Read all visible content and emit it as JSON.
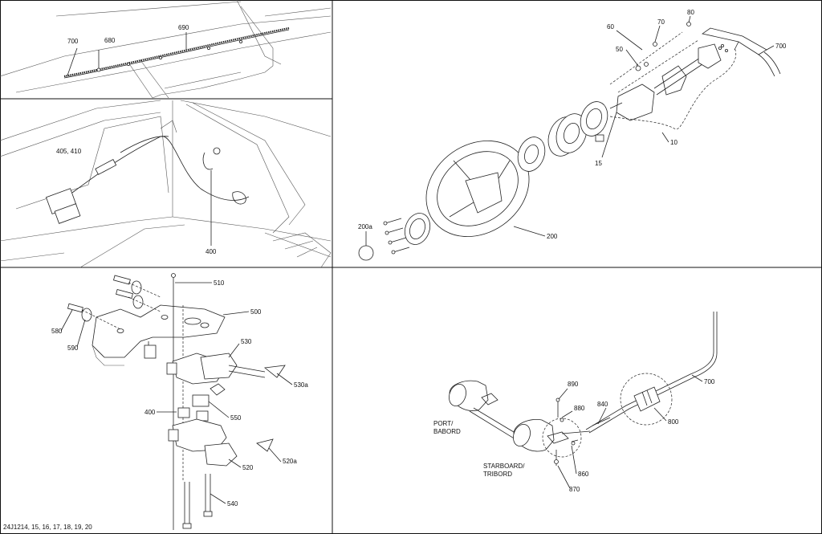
{
  "figure_id": "24J1214, 15, 16, 17, 18, 19, 20",
  "labels": {
    "p1": [
      "700",
      "680",
      "690"
    ],
    "p2": [
      "405, 410",
      "400"
    ],
    "p3": [
      "510",
      "500",
      "580",
      "590",
      "530",
      "530a",
      "400",
      "550",
      "520",
      "520a",
      "540"
    ],
    "p4": [
      "80",
      "70",
      "60",
      "700",
      "50",
      "10",
      "15",
      "200a",
      "200"
    ],
    "p6": [
      "700",
      "890",
      "880",
      "840",
      "800",
      "860",
      "870"
    ],
    "port": "PORT/ BABORD",
    "starboard": "STARBOARD/ TRIBORD"
  }
}
